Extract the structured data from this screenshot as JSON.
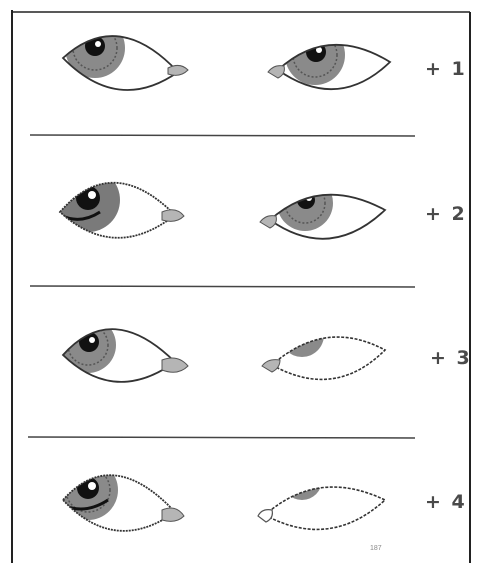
{
  "rows": [
    {
      "grade": "+ 1"
    },
    {
      "grade": "+ 2"
    },
    {
      "grade": "+ 3"
    },
    {
      "grade": "+ 4"
    }
  ],
  "footnote": "187",
  "colors": {
    "line": "#333333",
    "iris": "#7a7a7a",
    "pupil": "#111111",
    "caruncle": "#b5b5b5",
    "border": "#222222"
  }
}
